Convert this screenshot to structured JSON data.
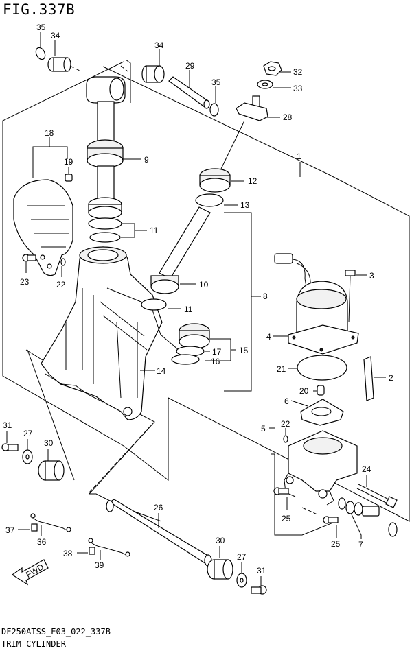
{
  "figure": {
    "title": "FIG.337B",
    "model_code": "DF250ATSS_E03_022_337B",
    "part_name": "TRIM CYLINDER",
    "fwd_badge": "FWD"
  },
  "callouts": {
    "c35a": "35",
    "c34a": "34",
    "c34b": "34",
    "c29": "29",
    "c35b": "35",
    "c32": "32",
    "c33": "33",
    "c28": "28",
    "c18": "18",
    "c19": "19",
    "c9": "9",
    "c12": "12",
    "c13": "13",
    "c1": "1",
    "c11a": "11",
    "c23": "23",
    "c22a": "22",
    "c10": "10",
    "c8": "8",
    "c11b": "11",
    "c3": "3",
    "c4": "4",
    "c15": "15",
    "c17": "17",
    "c16": "16",
    "c14": "14",
    "c21": "21",
    "c2": "2",
    "c20": "20",
    "c6": "6",
    "c5": "5",
    "c22b": "22",
    "c31a": "31",
    "c27a": "27",
    "c30a": "30",
    "c24": "24",
    "c25a": "25",
    "c26": "26",
    "c25b": "25",
    "c7": "7",
    "c37": "37",
    "c36": "36",
    "c30b": "30",
    "c38": "38",
    "c39": "39",
    "c27b": "27",
    "c31b": "31"
  },
  "icons": [
    "fwd-arrow-icon"
  ]
}
